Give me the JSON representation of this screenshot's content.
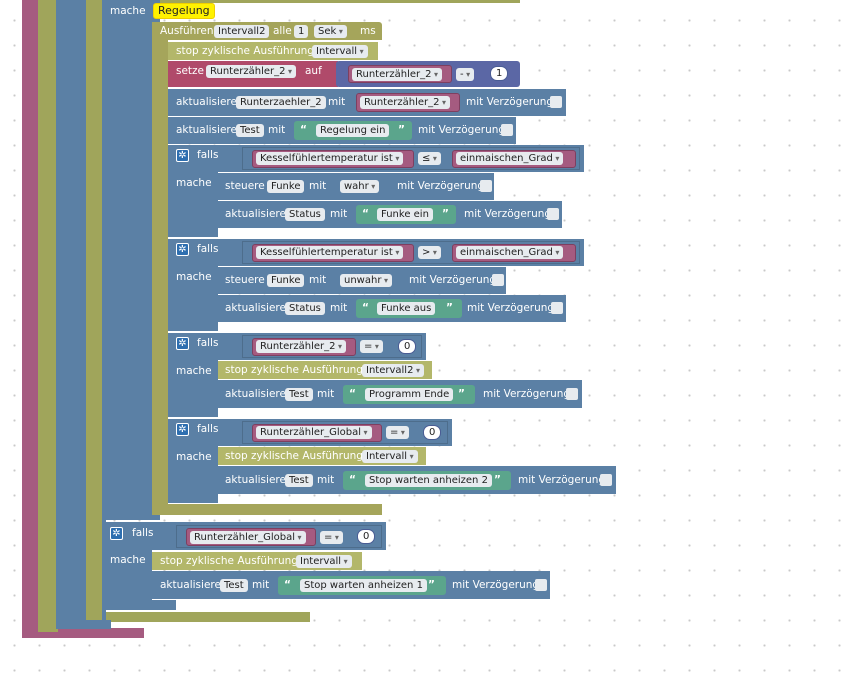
{
  "labels": {
    "mache": "mache",
    "falls": "falls",
    "stop": "stop zyklische Ausführung",
    "aktualisiere": "aktualisiere",
    "setze": "setze",
    "auf": "auf",
    "steuere": "steuere",
    "mit": "mit",
    "mitVerzoegerung": "mit Verzögerung",
    "ausfuehren": "Ausführen",
    "alle": "alle",
    "ms": "ms",
    "open_quote": "“",
    "close_quote": "”",
    "gear": "✲"
  },
  "top": {
    "mache_field": "Regelung"
  },
  "interval": {
    "name": "Intervall2",
    "every": "1",
    "unit": "Sek"
  },
  "stop1": {
    "target": "Intervall"
  },
  "setze": {
    "var": "Runterzähler_2",
    "math_var": "Runterzähler_2",
    "op": "-",
    "num": "1"
  },
  "akt1": {
    "target": "Runterzaehler_2",
    "value": "Runterzähler_2"
  },
  "akt2": {
    "target": "Test",
    "text": "Regelung ein"
  },
  "if1": {
    "left": "Kesselfühlertemperatur ist",
    "op": "≤",
    "right": "einmaischen_Grad",
    "steuere_target": "Funke",
    "steuere_value": "wahr",
    "akt_target": "Status",
    "akt_text": "Funke ein"
  },
  "if2": {
    "left": "Kesselfühlertemperatur ist",
    "op": ">",
    "right": "einmaischen_Grad",
    "steuere_target": "Funke",
    "steuere_value": "unwahr",
    "akt_target": "Status",
    "akt_text": "Funke aus"
  },
  "if3": {
    "left": "Runterzähler_2",
    "op": "=",
    "right": "0",
    "stop_target": "Intervall2",
    "akt_target": "Test",
    "akt_text": "Programm Ende"
  },
  "if4": {
    "left": "Runterzähler_Global",
    "op": "=",
    "right": "0",
    "stop_target": "Intervall",
    "akt_target": "Test",
    "akt_text": "Stop warten anheizen 2"
  },
  "if5": {
    "left": "Runterzähler_Global",
    "op": "=",
    "right": "0",
    "stop_target": "Intervall",
    "akt_target": "Test",
    "akt_text": "Stop warten anheizen 1"
  }
}
